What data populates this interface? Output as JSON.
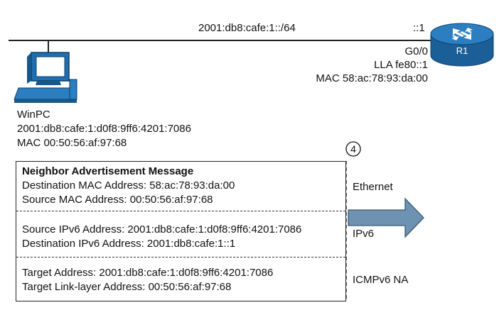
{
  "network": {
    "prefix": "2001:db8:cafe:1::/64",
    "router_if_addr": "::1"
  },
  "router": {
    "name": "R1",
    "interface": "G0/0",
    "lla": "LLA fe80::1",
    "mac": "MAC 58:ac:78:93:da:00"
  },
  "pc": {
    "name": "WinPC",
    "ipv6": "2001:db8:cafe:1:d0f8:9ff6:4201:7086",
    "mac": "MAC  00:50:56:af:97:68"
  },
  "step_badge": "4",
  "message": {
    "title": "Neighbor Advertisement Message",
    "ethernet": {
      "dst_mac": "Destination MAC Address: 58:ac:78:93:da:00",
      "src_mac": "Source MAC Address: 00:50:56:af:97:68"
    },
    "ipv6": {
      "src": "Source IPv6 Address: 2001:db8:cafe:1:d0f8:9ff6:4201:7086",
      "dst": "Destination IPv6 Address: 2001:db8:cafe:1::1"
    },
    "icmp": {
      "target": "Target Address: 2001:db8:cafe:1:d0f8:9ff6:4201:7086",
      "target_lla": "Target Link-layer Address: 00:50:56:af:97:68"
    }
  },
  "layers": {
    "ethernet": "Ethernet",
    "ipv6": "IPv6",
    "icmp": "ICMPv6 NA"
  },
  "colors": {
    "router": "#1f6fb0",
    "pc": "#1f6fb0",
    "arrow": "#6e93b2"
  },
  "icons": {
    "router": "router-icon",
    "pc": "desktop-computer-icon",
    "arrow": "right-arrow-icon"
  }
}
